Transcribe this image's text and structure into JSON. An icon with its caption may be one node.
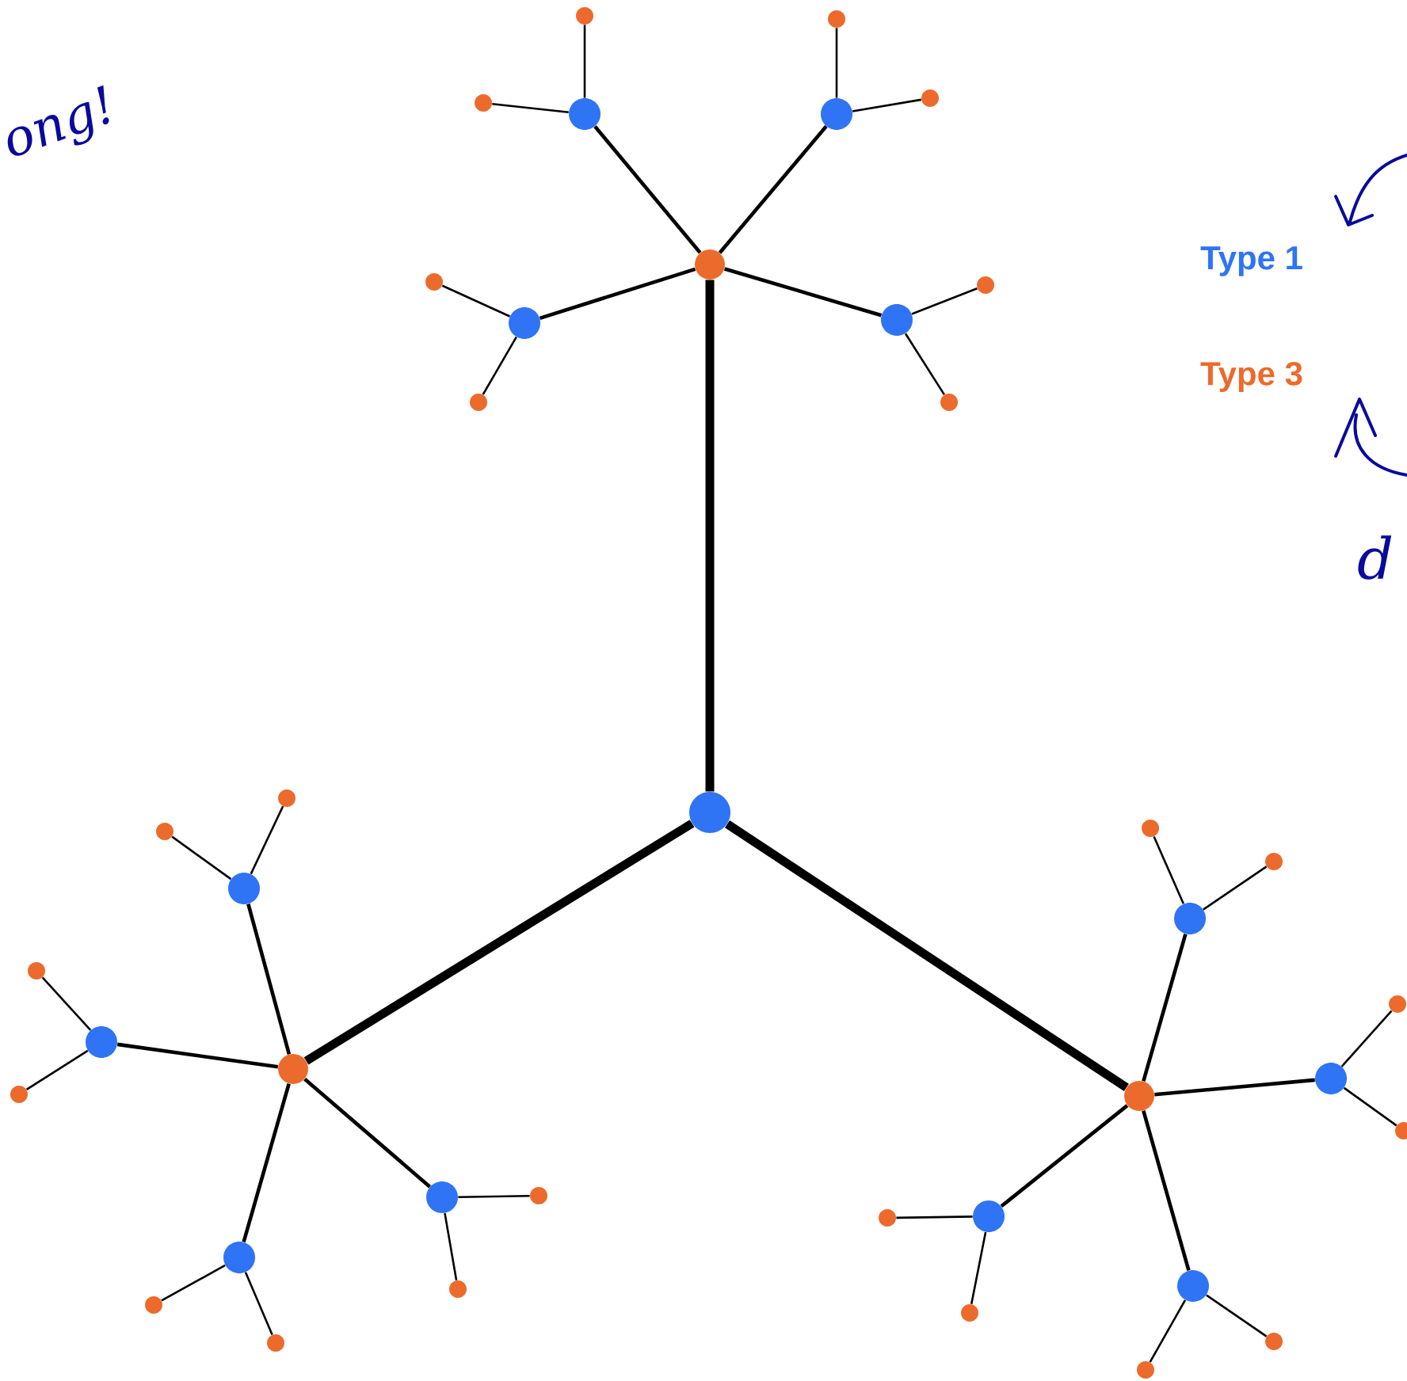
{
  "diagram": {
    "nodes": [
      {
        "text": [],
        "shape": "circle"
      },
      {
        "text": [],
        "shape": "circle"
      },
      {
        "text": [],
        "shape": "circle"
      },
      {
        "text": [],
        "shape": "circle"
      },
      {
        "text": [],
        "shape": "circle"
      },
      {
        "text": [],
        "shape": "circle"
      },
      {
        "text": [],
        "shape": "circle"
      },
      {
        "text": [],
        "shape": "circle"
      },
      {
        "text": [],
        "shape": "circle"
      },
      {
        "text": [],
        "shape": "circle"
      },
      {
        "text": [],
        "shape": "circle"
      },
      {
        "text": [],
        "shape": "circle"
      },
      {
        "text": [],
        "shape": "circle"
      },
      {
        "text": [],
        "shape": "circle"
      },
      {
        "text": [],
        "shape": "circle"
      },
      {
        "text": [],
        "shape": "circle"
      },
      {
        "text": [],
        "shape": "circle"
      },
      {
        "text": [],
        "shape": "circle"
      },
      {
        "text": [],
        "shape": "circle"
      },
      {
        "text": [],
        "shape": "circle"
      },
      {
        "text": [],
        "shape": "circle"
      },
      {
        "text": [],
        "shape": "circle"
      },
      {
        "text": [],
        "shape": "circle"
      },
      {
        "text": [],
        "shape": "circle"
      },
      {
        "text": [],
        "shape": "circle"
      },
      {
        "text": [],
        "shape": "circle"
      },
      {
        "text": [],
        "shape": "circle"
      },
      {
        "text": [],
        "shape": "circle"
      },
      {
        "text": [],
        "shape": "circle"
      },
      {
        "text": [],
        "shape": "circle"
      },
      {
        "text": [],
        "shape": "circle"
      },
      {
        "text": [],
        "shape": "circle"
      },
      {
        "text": [],
        "shape": "circle"
      },
      {
        "text": [],
        "shape": "circle"
      },
      {
        "text": [],
        "shape": "circle"
      },
      {
        "text": [],
        "shape": "circle"
      },
      {
        "text": [],
        "shape": "circle"
      },
      {
        "text": [],
        "shape": "circle"
      },
      {
        "text": [],
        "shape": "circle"
      },
      {
        "text": [],
        "shape": "circle"
      }
    ],
    "edges": [
      {
        "from": 0,
        "to": 1,
        "arrow": "none",
        "style": "thick"
      },
      {
        "from": 0,
        "to": 2,
        "arrow": "none",
        "style": "thick"
      },
      {
        "from": 0,
        "to": 3,
        "arrow": "none",
        "style": "thick"
      },
      {
        "from": 1,
        "to": 4,
        "arrow": "none"
      },
      {
        "from": 1,
        "to": 5,
        "arrow": "none"
      },
      {
        "from": 1,
        "to": 6,
        "arrow": "none"
      },
      {
        "from": 1,
        "to": 7,
        "arrow": "none"
      },
      {
        "from": 2,
        "to": 8,
        "arrow": "none"
      },
      {
        "from": 2,
        "to": 9,
        "arrow": "none"
      },
      {
        "from": 2,
        "to": 10,
        "arrow": "none"
      },
      {
        "from": 2,
        "to": 11,
        "arrow": "none"
      },
      {
        "from": 3,
        "to": 12,
        "arrow": "none"
      },
      {
        "from": 3,
        "to": 13,
        "arrow": "none"
      },
      {
        "from": 3,
        "to": 14,
        "arrow": "none"
      },
      {
        "from": 3,
        "to": 15,
        "arrow": "none"
      },
      {
        "from": 4,
        "to": 16,
        "arrow": "none"
      },
      {
        "from": 4,
        "to": 17,
        "arrow": "none"
      },
      {
        "from": 5,
        "to": 18,
        "arrow": "none"
      },
      {
        "from": 5,
        "to": 19,
        "arrow": "none"
      },
      {
        "from": 6,
        "to": 20,
        "arrow": "none"
      },
      {
        "from": 6,
        "to": 21,
        "arrow": "none"
      },
      {
        "from": 7,
        "to": 22,
        "arrow": "none"
      },
      {
        "from": 7,
        "to": 23,
        "arrow": "none"
      },
      {
        "from": 8,
        "to": 24,
        "arrow": "none"
      },
      {
        "from": 8,
        "to": 25,
        "arrow": "none"
      },
      {
        "from": 9,
        "to": 26,
        "arrow": "none"
      },
      {
        "from": 9,
        "to": 27,
        "arrow": "none"
      },
      {
        "from": 10,
        "to": 28,
        "arrow": "none"
      },
      {
        "from": 10,
        "to": 29,
        "arrow": "none"
      },
      {
        "from": 11,
        "to": 30,
        "arrow": "none"
      },
      {
        "from": 11,
        "to": 31,
        "arrow": "none"
      },
      {
        "from": 12,
        "to": 32,
        "arrow": "none"
      },
      {
        "from": 12,
        "to": 33,
        "arrow": "none"
      },
      {
        "from": 13,
        "to": 34,
        "arrow": "none"
      },
      {
        "from": 13,
        "to": 35,
        "arrow": "none"
      },
      {
        "from": 14,
        "to": 36,
        "arrow": "none"
      },
      {
        "from": 14,
        "to": 37,
        "arrow": "none"
      },
      {
        "from": 15,
        "to": 38,
        "arrow": "none"
      },
      {
        "from": 15,
        "to": 39,
        "arrow": "none"
      }
    ],
    "labels": [
      "ong!",
      "d"
    ],
    "legend": [
      {
        "text": "Type 1",
        "color": "#2f74f5"
      },
      {
        "text": "Type 3",
        "color": "#ec6a2c"
      }
    ]
  }
}
